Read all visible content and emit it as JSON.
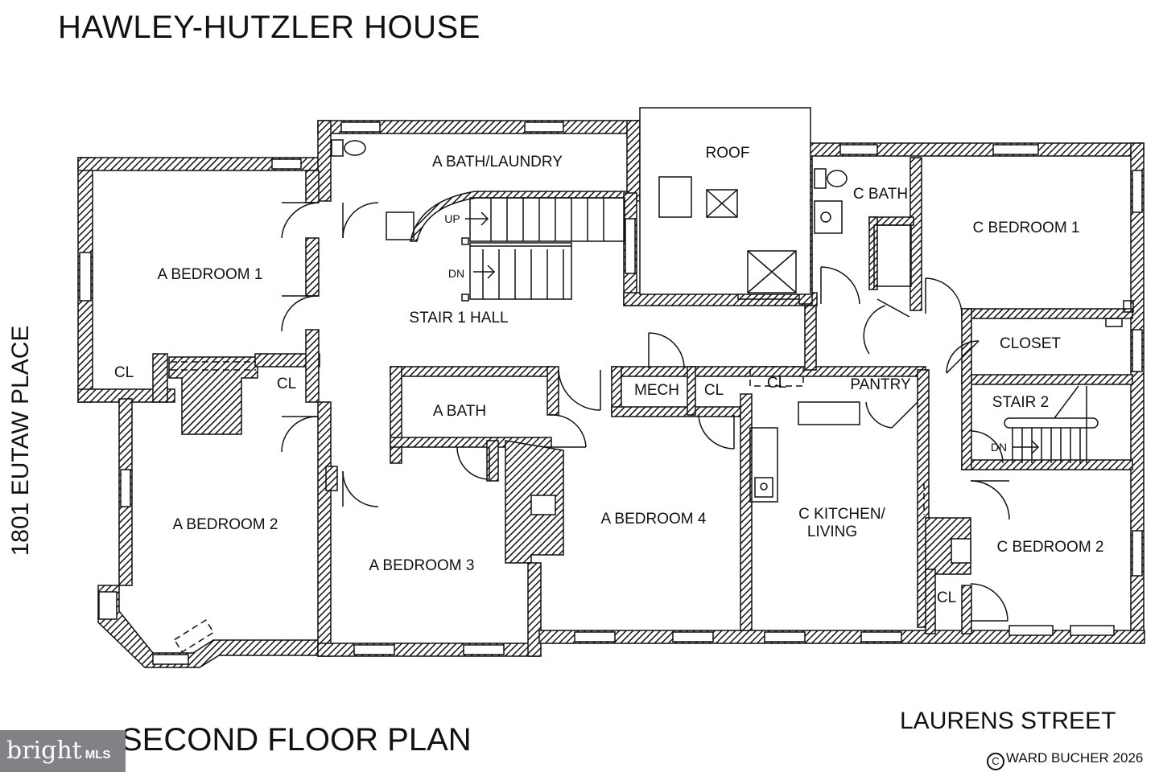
{
  "title": "HAWLEY-HUTZLER HOUSE",
  "floor_title": "SECOND FLOOR PLAN",
  "street_label": "LAURENS STREET",
  "side_label": "1801 EUTAW PLACE",
  "copyright": {
    "symbol": "C",
    "text": "WARD BUCHER 2026"
  },
  "watermark": {
    "brand": "bright",
    "suffix": "MLS"
  },
  "rooms": {
    "a_bath_laundry": "A BATH/LAUNDRY",
    "roof": "ROOF",
    "c_bath": "C BATH",
    "c_bedroom_1": "C BEDROOM 1",
    "a_bedroom_1": "A BEDROOM 1",
    "stair_1_hall": "STAIR 1 HALL",
    "closet": "CLOSET",
    "cl": "CL",
    "a_bath": "A BATH",
    "mech": "MECH",
    "pantry": "PANTRY",
    "stair_2": "STAIR 2",
    "a_bedroom_2": "A BEDROOM 2",
    "a_bedroom_3": "A BEDROOM 3",
    "a_bedroom_4": "A BEDROOM 4",
    "c_kitchen_line1": "C KITCHEN/",
    "c_kitchen_line2": "LIVING",
    "c_bedroom_2": "C BEDROOM 2"
  },
  "stair_labels": {
    "up": "UP",
    "down": "DN"
  },
  "colors": {
    "wall": "#1a1a1a",
    "ink": "#111111",
    "background": "#ffffff"
  }
}
